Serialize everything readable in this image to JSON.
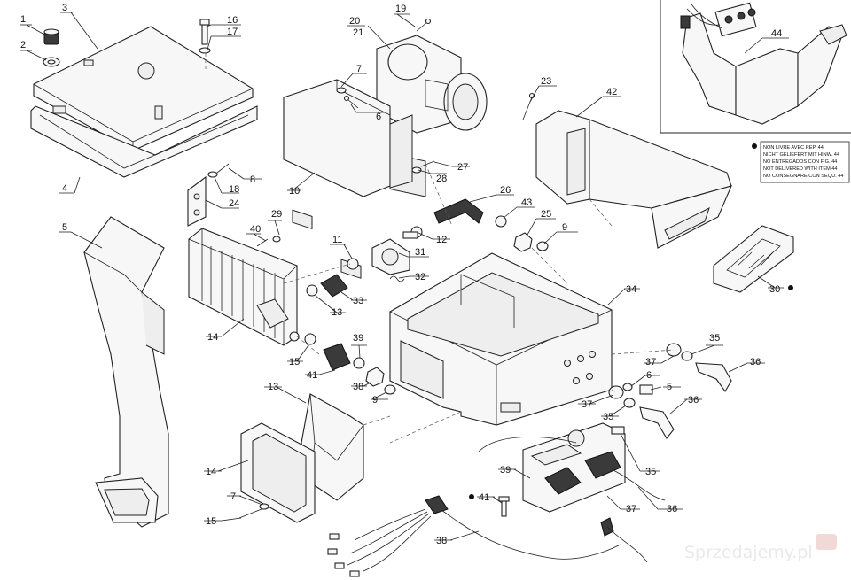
{
  "callouts": [
    "1",
    "2",
    "3",
    "16",
    "17",
    "20",
    "21",
    "19",
    "44",
    "7",
    "23",
    "42",
    "6",
    "5",
    "4",
    "8",
    "18",
    "24",
    "10",
    "27",
    "28",
    "26",
    "43",
    "25",
    "29",
    "40",
    "9",
    "12",
    "11",
    "31",
    "32",
    "33",
    "34",
    "30",
    "13",
    "14",
    "39",
    "35",
    "36",
    "37",
    "15",
    "41",
    "38"
  ],
  "note": {
    "lines": [
      "NON LIVRE AVEC REP. 44",
      "NICHT GELIEFERT MIT HINW. 44",
      "NO ENTREGADOS CON FIG. 44",
      "NOT DELIVERED WITH ITEM 44",
      "NO CONSEGNARE CON SEQU. 44"
    ]
  },
  "watermark": "Sprzedajemy.pl",
  "colors": {
    "line": "#222222",
    "fill": "#f7f7f7",
    "dark": "#3a3a3a",
    "watermark_badge": "#d9534f"
  }
}
